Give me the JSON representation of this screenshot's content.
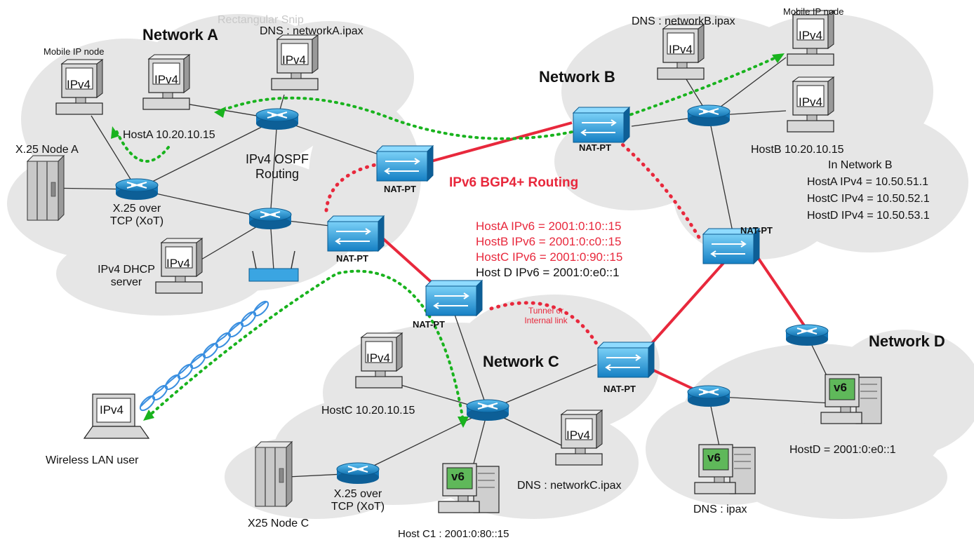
{
  "networks": {
    "a": "Network A",
    "b": "Network B",
    "c": "Network C",
    "d": "Network D"
  },
  "faint_text": "Rectangular Snip",
  "dns": {
    "a": "DNS : networkA.ipax",
    "b": "DNS : networkB.ipax",
    "c": "DNS : networkC.ipax",
    "d": "DNS : ipax"
  },
  "mobile_ip": {
    "a": "Mobile IP node",
    "b": "Mobile IP node"
  },
  "screen_labels": {
    "ipv4": "IPv4",
    "v6": "v6"
  },
  "hosts": {
    "a": "HostA 10.20.10.15",
    "b": "HostB 10.20.10.15",
    "c": "HostC 10.20.10.15",
    "c1": "Host C1 : 2001:0:80::15",
    "d": "HostD = 2001:0:e0::1"
  },
  "x25": {
    "node_a": "X.25 Node A",
    "node_c": "X25 Node C",
    "xot_a_line1": "X.25 over",
    "xot_a_line2": "TCP (XoT)",
    "xot_c_line1": "X.25 over",
    "xot_c_line2": "TCP (XoT)"
  },
  "routing": {
    "ospf_line1": "IPv4 OSPF",
    "ospf_line2": "Routing",
    "bgp": "IPv6 BGP4+ Routing"
  },
  "dhcp": {
    "line1": "IPv4 DHCP",
    "line2": "server"
  },
  "wireless": "Wireless LAN user",
  "natpt_label": "NAT-PT",
  "tunnel": {
    "line1": "Tunnel or",
    "line2": "Internal link"
  },
  "ipv6_map": [
    "HostA IPv6 = 2001:0:10::15",
    "HostB IPv6 = 2001:0:c0::15",
    "HostC IPv6 = 2001:0:90::15",
    "Host D IPv6 = 2001:0:e0::1"
  ],
  "network_b_map": {
    "title": "In Network B",
    "rows": [
      "HostA IPv4 = 10.50.51.1",
      "HostC IPv4 = 10.50.52.1",
      "HostD IPv4 = 10.50.53.1"
    ]
  },
  "colors": {
    "ipv6_link": "#e8283c",
    "mobility_path": "#19b31e",
    "wireless_signal": "#3a8fe0",
    "device_blue": "#1b8fd0",
    "cloud": "#e4e4e4"
  }
}
